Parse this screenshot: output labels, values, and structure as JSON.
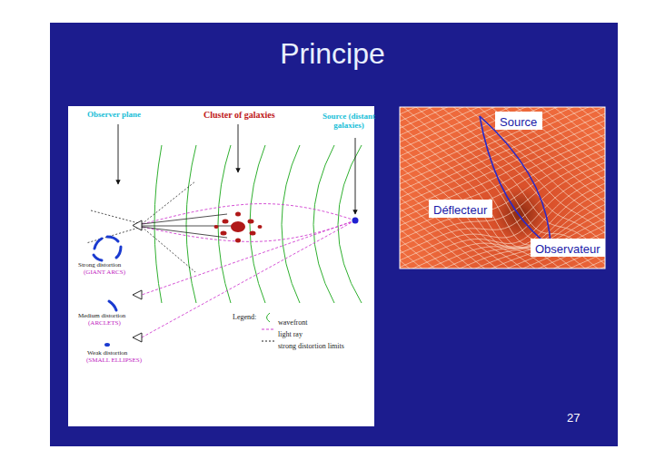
{
  "diagram": {
    "title": "Principe",
    "nodes": [
      {
        "text": [
          "Source"
        ]
      },
      {
        "text": [
          "Déflecteur"
        ]
      },
      {
        "text": [
          "Observateur"
        ]
      }
    ],
    "labels": [
      "Observer plane",
      "Cluster of galaxies",
      "Source (distant galaxies)",
      "Strong distortion",
      "(GIANT ARCS)",
      "Medium distortion",
      "(ARCLETS)",
      "Weak distortion",
      "(SMALL ELLIPSES)",
      "Legend:",
      "27"
    ],
    "legend": [
      {
        "text": "wavefront"
      },
      {
        "text": "light ray"
      },
      {
        "text": "strong distortion limits"
      }
    ]
  }
}
